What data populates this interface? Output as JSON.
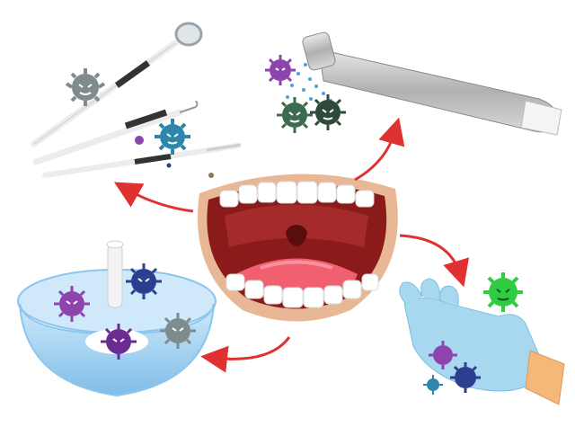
{
  "illustration": {
    "center": "open-mouth",
    "contamination_sources": [
      "dental-instruments",
      "dental-handpiece",
      "gloved-hand",
      "rinsing-bowl"
    ],
    "microbe_colors": {
      "gray": "#7f8c8d",
      "teal": "#2e86ab",
      "purple": "#8e44ad",
      "navy": "#2c3e8f",
      "green": "#2ecc40",
      "olive": "#3d6b4f"
    },
    "arrow_color": "#e03131",
    "mouth_colors": {
      "lips": "#e8b896",
      "interior": "#8b1a1a",
      "tongue": "#f06070",
      "teeth": "#ffffff"
    },
    "glove_color": "#a8d8f0",
    "bowl_color": "#a9d6f5"
  }
}
